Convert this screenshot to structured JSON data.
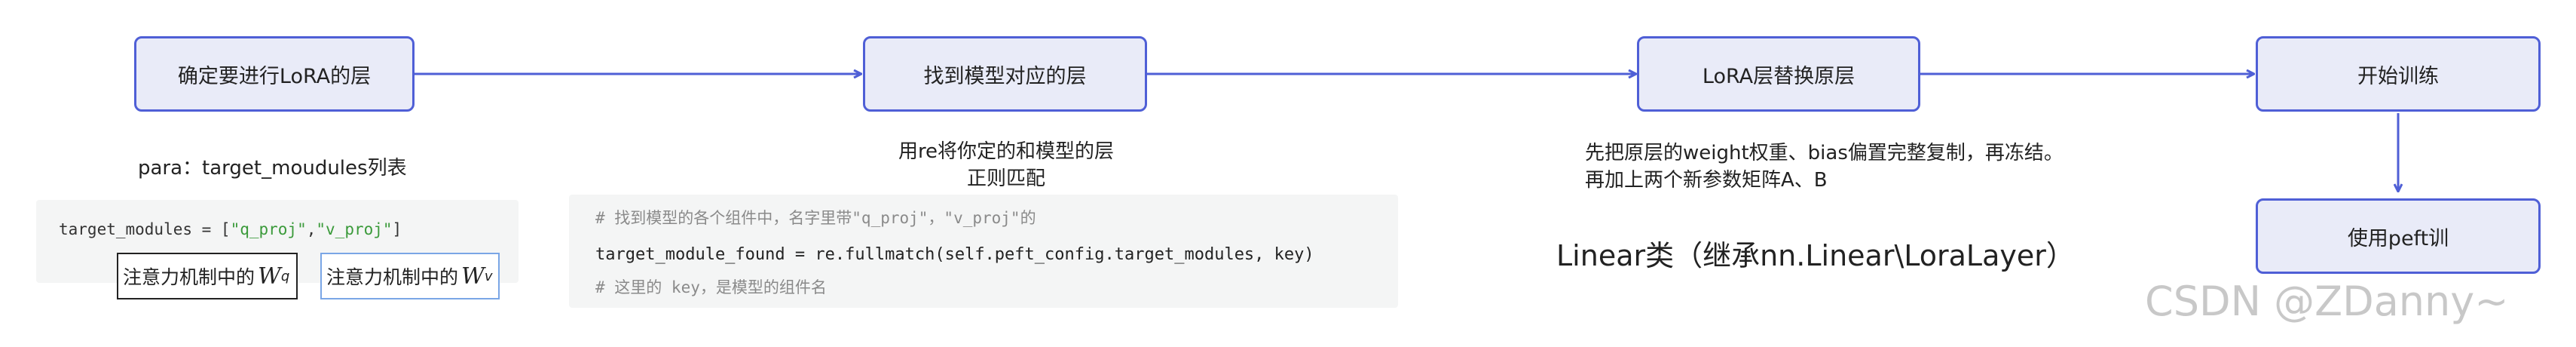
{
  "flow": {
    "step1": "确定要进行LoRA的层",
    "step2": "找到模型对应的层",
    "step3": "LoRA层替换原层",
    "step4": "开始训练",
    "step5": "使用peft训"
  },
  "notes": {
    "para": "para：target_moudules列表",
    "regex_line1": "用re将你定的和模型的层",
    "regex_line2": "正则匹配",
    "copy_line1": "先把原层的weight权重、bias偏置完整复制，再冻结。",
    "copy_line2": "再加上两个新参数矩阵A、B",
    "linear_class": "Linear类（继承nn.Linear\\LoraLayer）"
  },
  "code_left": {
    "prefix": "target_modules = [",
    "q": "\"q_proj\"",
    "sep": ",",
    "v": "\"v_proj\"",
    "suffix": "]"
  },
  "attention_notes": {
    "q_text": "注意力机制中的",
    "q_symbol": "W",
    "q_sub": "q",
    "v_text": "注意力机制中的",
    "v_symbol": "W",
    "v_sub": "v"
  },
  "code_right": {
    "comment1": "# 找到模型的各个组件中，名字里带\"q_proj\"，\"v_proj\"的",
    "code_line": "target_module_found = re.fullmatch(self.peft_config.target_modules, key)",
    "comment2": "# 这里的 key，是模型的组件名"
  },
  "watermark": "CSDN @ZDanny~",
  "colors": {
    "box_border": "#4f5fd6",
    "box_fill": "#e9ebf8",
    "arrow": "#4f5fd6",
    "red_arrow": "#d42020",
    "string_green": "#3a9a3a",
    "comment_gray": "#8a8a8a"
  }
}
